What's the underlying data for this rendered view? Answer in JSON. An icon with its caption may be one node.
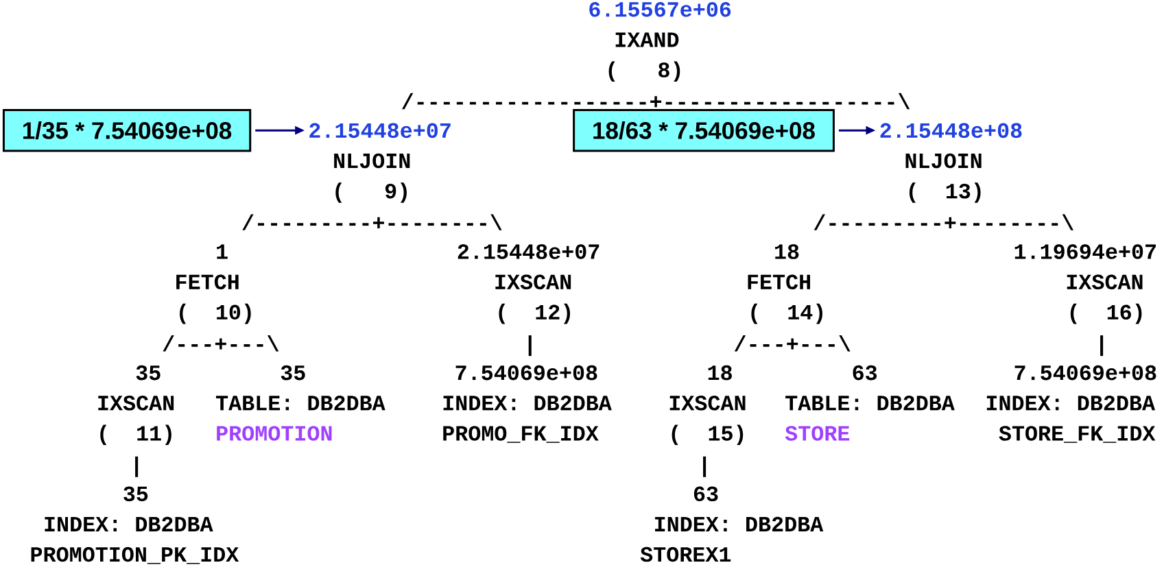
{
  "diagram": {
    "nodes": [
      {
        "text": [
          "6.15567e+06",
          "IXAND",
          "(   8)"
        ]
      },
      {
        "text": [
          "1/35 * 7.54069e+08"
        ]
      },
      {
        "text": [
          "2.15448e+07",
          "NLJOIN",
          "(   9)"
        ]
      },
      {
        "text": [
          "18/63 * 7.54069e+08"
        ]
      },
      {
        "text": [
          "2.15448e+08",
          "NLJOIN",
          "(  13)"
        ]
      },
      {
        "text": [
          "1",
          "FETCH",
          "(  10)"
        ]
      },
      {
        "text": [
          "2.15448e+07",
          "IXSCAN",
          "(  12)"
        ]
      },
      {
        "text": [
          "18",
          "FETCH",
          "(  14)"
        ]
      },
      {
        "text": [
          "1.19694e+07",
          "IXSCAN",
          "(  16)"
        ]
      },
      {
        "text": [
          "35",
          "IXSCAN",
          "(  11)"
        ]
      },
      {
        "text": [
          "35",
          "TABLE: DB2DBA",
          "PROMOTION"
        ]
      },
      {
        "text": [
          "7.54069e+08",
          "INDEX: DB2DBA",
          "PROMO_FK_IDX"
        ]
      },
      {
        "text": [
          "18",
          "IXSCAN",
          "(  15)"
        ]
      },
      {
        "text": [
          "63",
          "TABLE: DB2DBA",
          "STORE"
        ]
      },
      {
        "text": [
          "7.54069e+08",
          "INDEX: DB2DBA",
          "STORE_FK_IDX"
        ]
      },
      {
        "text": [
          "35",
          "INDEX: DB2DBA",
          "PROMOTION_PK_IDX"
        ]
      },
      {
        "text": [
          "63",
          "INDEX: DB2DBA",
          "STOREX1"
        ]
      }
    ],
    "edges": [
      {
        "from": 1,
        "to": 2,
        "arrow": "to"
      },
      {
        "from": 3,
        "to": 4,
        "arrow": "to"
      }
    ],
    "labels": [
      "/------------------+------------------\\",
      "/---------+--------\\",
      "/---------+--------\\",
      "/---+---\\",
      "|",
      "/---+---\\",
      "|",
      "|",
      "|"
    ]
  }
}
